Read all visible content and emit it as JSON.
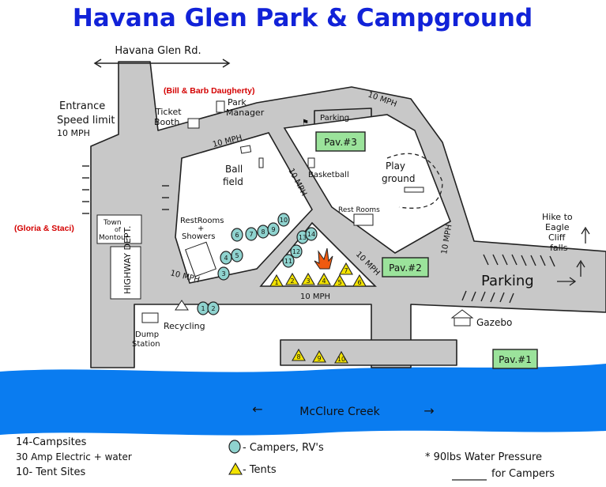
{
  "title": "Havana Glen Park & Campground",
  "managers": "(Bill & Barb Daugherty)",
  "staff": "(Gloria & Staci)",
  "labels": {
    "road_name": "Havana Glen Rd.",
    "entrance_1": "Entrance",
    "entrance_2": "Speed limit",
    "entrance_3": "10 MPH",
    "ticket_1": "Ticket",
    "ticket_2": "Booth",
    "manager_1": "Park",
    "manager_2": "Manager",
    "speed": "10 MPH",
    "parking_small": "Parking",
    "pav3": "Pav.#3",
    "pav2": "Pav.#2",
    "pav1": "Pav.#1",
    "ball_1": "Ball",
    "ball_2": "field",
    "basketball": "Basketball",
    "play_1": "Play",
    "play_2": "ground",
    "restrooms_right": "Rest Rooms",
    "restrooms_left_1": "RestRooms",
    "restrooms_left_2": "+",
    "restrooms_left_3": "Showers",
    "town_1": "Town",
    "town_2": "of",
    "town_3": "Montour",
    "highway": "HIGHWAY DEPT.",
    "hike_1": "Hike to",
    "hike_2": "Eagle",
    "hike_3": "Cliff",
    "hike_4": "falls",
    "parking_big": "Parking",
    "gazebo": "Gazebo",
    "recycling": "Recycling",
    "dump_1": "Dump",
    "dump_2": "Station",
    "creek": "McClure Creek",
    "creek_left_arrow": "←",
    "creek_right_arrow": "→"
  },
  "campers": [
    "1",
    "2",
    "3",
    "4",
    "5",
    "6",
    "7",
    "8",
    "9",
    "10",
    "11",
    "12",
    "13",
    "14"
  ],
  "tents": [
    "1",
    "2",
    "3",
    "4",
    "5",
    "6",
    "7",
    "8",
    "9",
    "10"
  ],
  "legend": {
    "sites_1": "14-Campsites",
    "sites_2": "30 Amp Electric + water",
    "sites_3": "10- Tent Sites",
    "campers": "- Campers, RV's",
    "tents": "- Tents",
    "pressure_1": "* 90lbs Water Pressure",
    "pressure_2": "for Campers"
  },
  "colors": {
    "title": "#1122d8",
    "names": "#d40000",
    "water": "#0a7cf0",
    "road": "#c8c8c8",
    "pavilion": "#9be39b",
    "camper": "#8fd3cf",
    "tent": "#f2e200",
    "fire": "#f05a10"
  }
}
